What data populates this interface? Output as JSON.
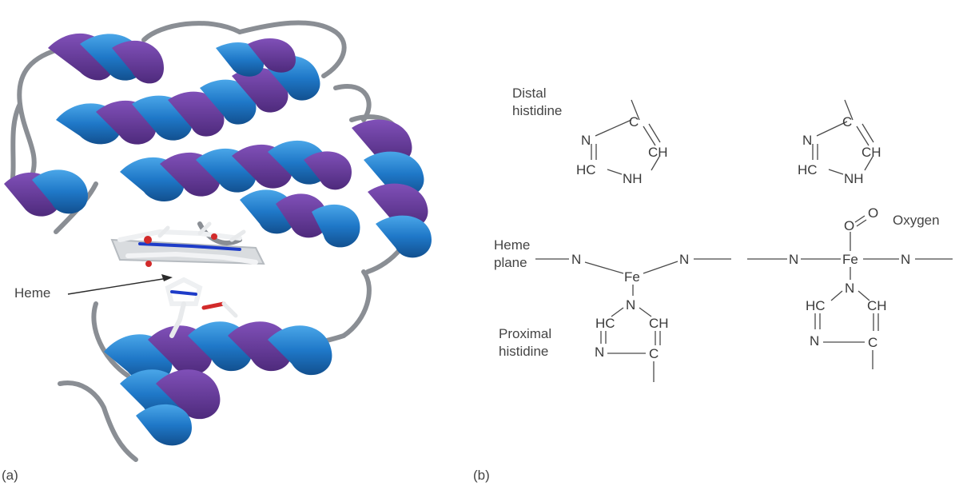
{
  "panels": {
    "a": {
      "label": "(a)",
      "heme_label": "Heme"
    },
    "b": {
      "label": "(b)",
      "distal_histidine": [
        "Distal",
        "histidine"
      ],
      "heme_plane": [
        "Heme",
        "plane"
      ],
      "proximal_histidine": [
        "Proximal",
        "histidine"
      ],
      "oxygen_label": "Oxygen"
    }
  },
  "atoms": {
    "N": "N",
    "C": "C",
    "CH": "CH",
    "HC": "HC",
    "NH": "NH",
    "Fe": "Fe",
    "O": "O"
  },
  "colors": {
    "helix_blue": "#1f78c8",
    "helix_purple": "#6a3a9c",
    "loop_gray": "#8a8e94",
    "heme_white": "#e8eaec",
    "oxygen_red": "#d22a2a",
    "nitrogen_blue": "#2a3fd0"
  }
}
